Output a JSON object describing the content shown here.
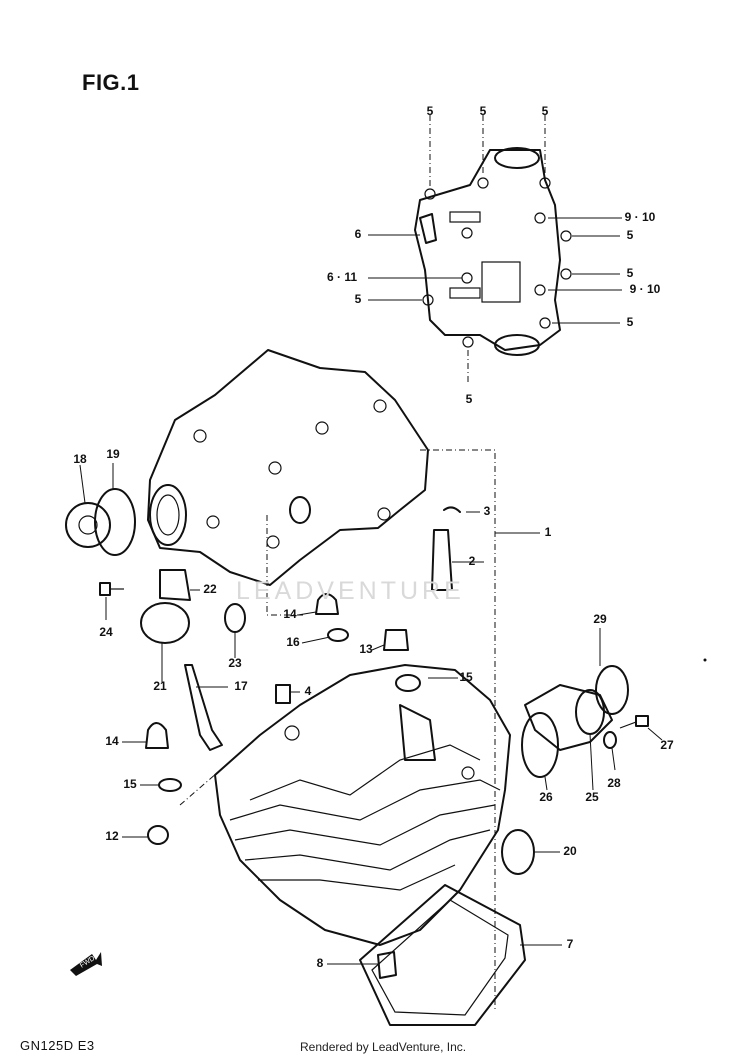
{
  "figure_title": "FIG.1",
  "model_code": "GN125D  E3",
  "credit": "Rendered by LeadVenture, Inc.",
  "watermark": "LEADVENTURE",
  "fwd_label": "FWD",
  "callouts": [
    "5",
    "5",
    "5",
    "9 · 10",
    "6",
    "5",
    "6 · 11",
    "5",
    "5",
    "9 · 10",
    "5",
    "5",
    "1",
    "18",
    "19",
    "3",
    "2",
    "22",
    "24",
    "14",
    "16",
    "13",
    "29",
    "23",
    "21",
    "17",
    "4",
    "15",
    "14",
    "27",
    "15",
    "28",
    "26",
    "25",
    "12",
    "20",
    "7",
    "8"
  ]
}
